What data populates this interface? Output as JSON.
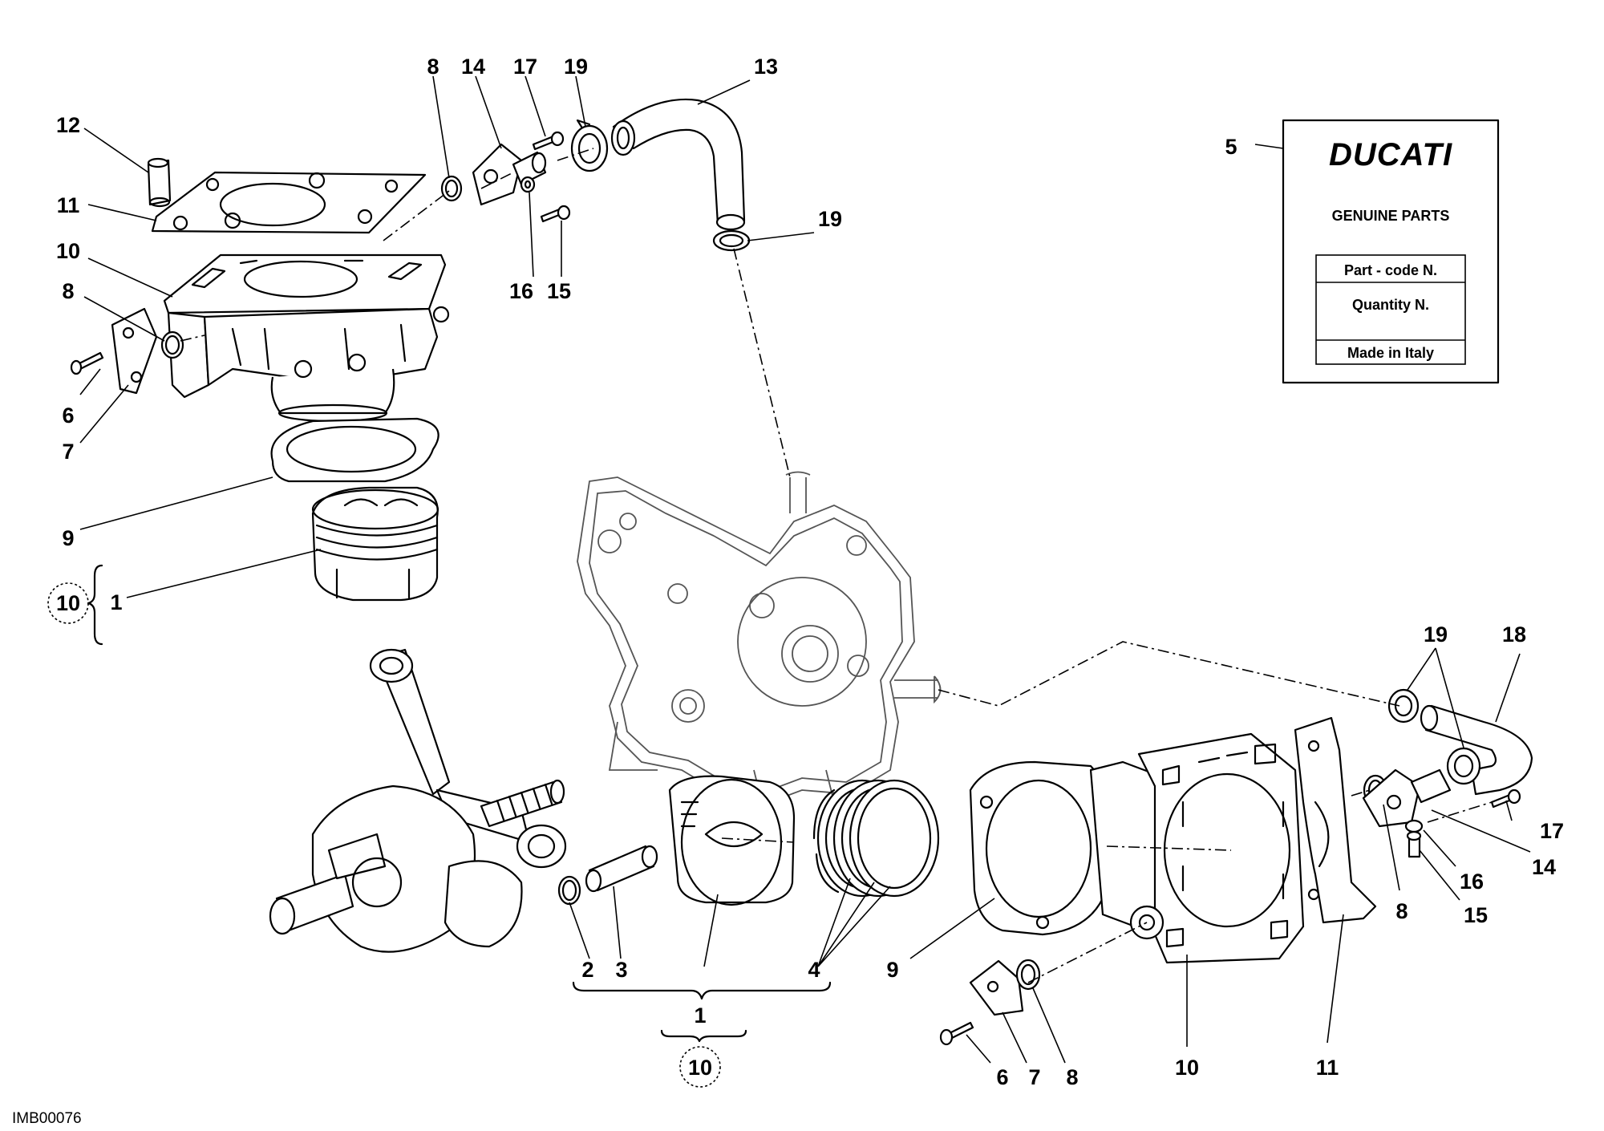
{
  "image_code": "IMB00076",
  "parts_label": {
    "brand": "DUCATI",
    "genuine": "GENUINE PARTS",
    "part_code": "Part - code N.",
    "quantity": "Quantity N.",
    "made_in": "Made in Italy"
  },
  "callouts": {
    "top_8": "8",
    "top_14": "14",
    "top_17": "17",
    "top_19": "19",
    "top_13": "13",
    "top_12": "12",
    "top_11": "11",
    "top_10": "10",
    "top_8b": "8",
    "top_6": "6",
    "top_7": "7",
    "top_16": "16",
    "top_15": "15",
    "mid_19": "19",
    "top_9": "9",
    "top_1": "1",
    "top_10c": "10",
    "label_5": "5",
    "right_19": "19",
    "right_18": "18",
    "right_17": "17",
    "right_14": "14",
    "right_16": "16",
    "right_15": "15",
    "right_8": "8",
    "bot_2": "2",
    "bot_3": "3",
    "bot_4": "4",
    "bot_1": "1",
    "bot_10c": "10",
    "bot_9": "9",
    "bot_6": "6",
    "bot_7": "7",
    "bot_8": "8",
    "bot_10": "10",
    "bot_11": "11"
  }
}
